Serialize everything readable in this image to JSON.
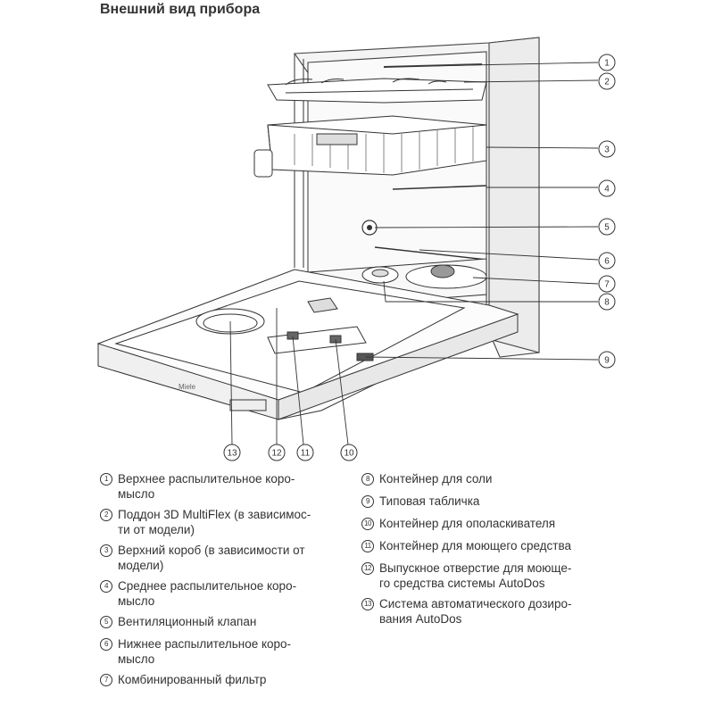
{
  "title": "Внешний вид прибора",
  "callouts": [
    "1",
    "2",
    "3",
    "4",
    "5",
    "6",
    "7",
    "8",
    "9",
    "10",
    "11",
    "12",
    "13"
  ],
  "legend": {
    "left": [
      {
        "num": "1",
        "lines": [
          "Верхнее распылительное коро-",
          "мысло"
        ]
      },
      {
        "num": "2",
        "lines": [
          "Поддон 3D MultiFlex (в зависимос-",
          "ти от модели)"
        ]
      },
      {
        "num": "3",
        "lines": [
          "Верхний короб (в зависимости от",
          "модели)"
        ]
      },
      {
        "num": "4",
        "lines": [
          "Среднее распылительное коро-",
          "мысло"
        ]
      },
      {
        "num": "5",
        "lines": [
          "Вентиляционный клапан"
        ]
      },
      {
        "num": "6",
        "lines": [
          "Нижнее распылительное коро-",
          "мысло"
        ]
      },
      {
        "num": "7",
        "lines": [
          "Комбинированный фильтр"
        ]
      }
    ],
    "right": [
      {
        "num": "8",
        "lines": [
          "Контейнер для соли"
        ]
      },
      {
        "num": "9",
        "lines": [
          "Типовая табличка"
        ]
      },
      {
        "num": "10",
        "lines": [
          "Контейнер для ополаскивателя"
        ]
      },
      {
        "num": "11",
        "lines": [
          "Контейнер для моющего средства"
        ]
      },
      {
        "num": "12",
        "lines": [
          "Выпускное отверстие для моюще-",
          "го средства системы AutoDos"
        ]
      },
      {
        "num": "13",
        "lines": [
          "Система автоматического дозиро-",
          "вания AutoDos"
        ]
      }
    ]
  }
}
